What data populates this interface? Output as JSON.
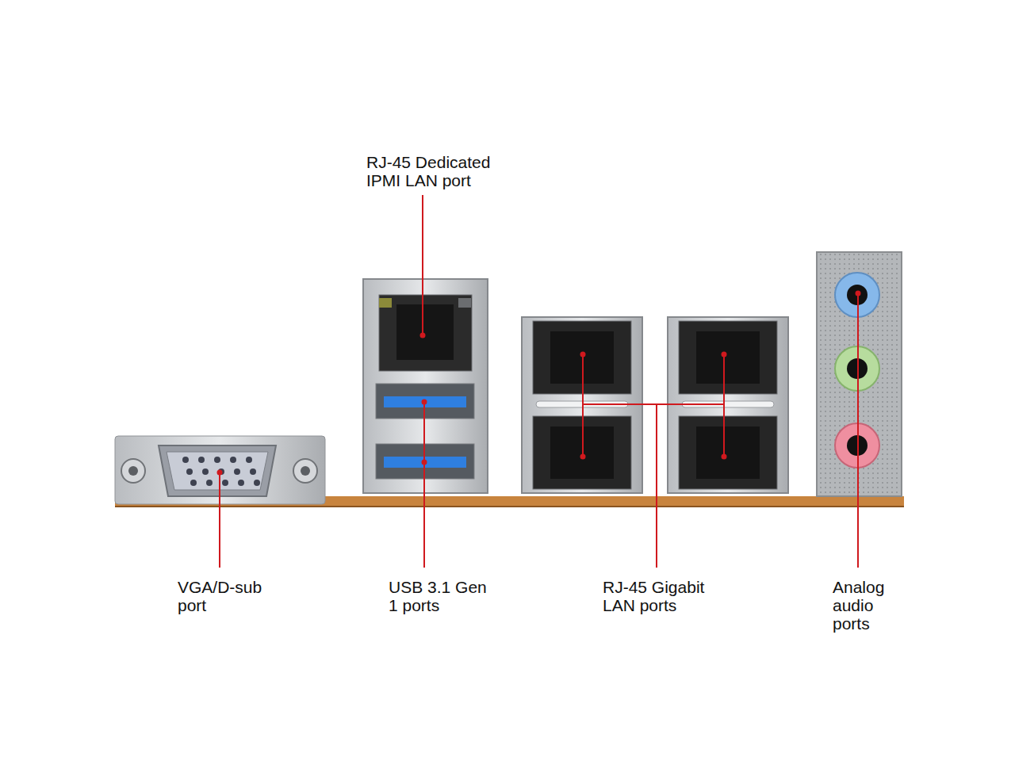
{
  "diagram": {
    "labels": [
      "RJ-45 Dedicated IPMI LAN port",
      "VGA/D-sub port",
      "USB 3.1 Gen 1 ports",
      "RJ-45 Gigabit LAN ports",
      "Analog audio ports"
    ]
  }
}
